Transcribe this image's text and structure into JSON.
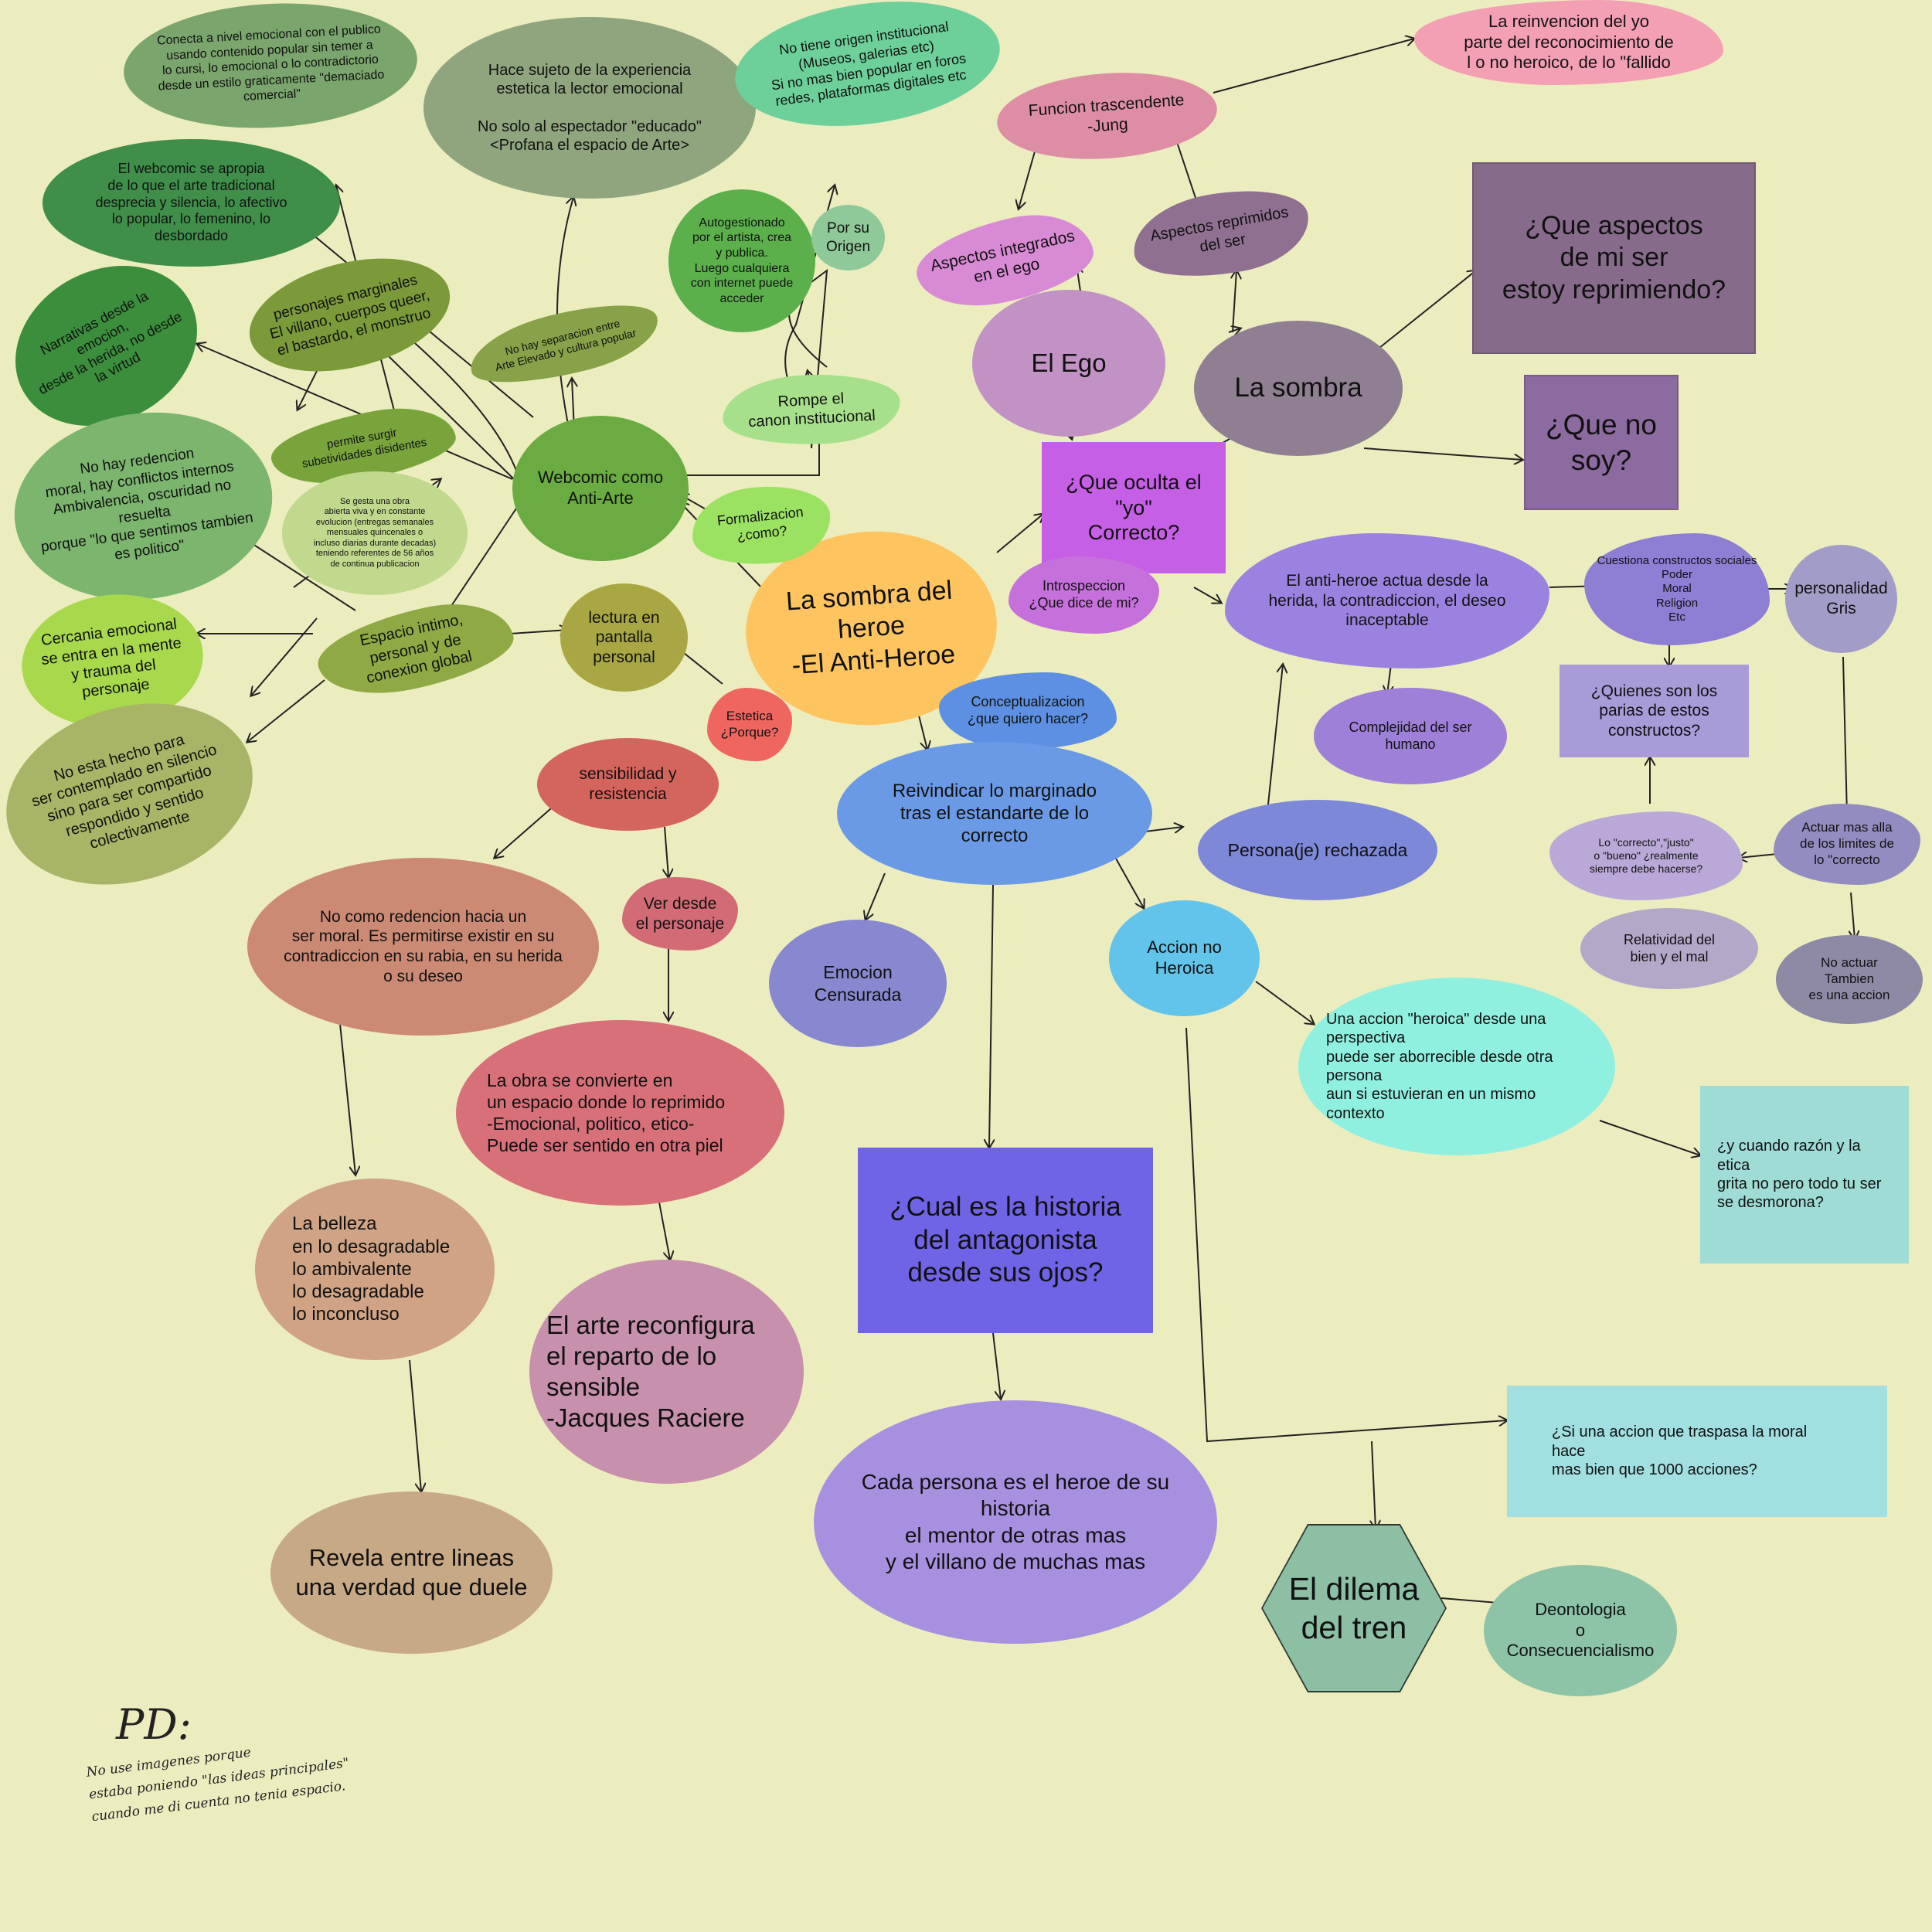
{
  "nodes": [
    {
      "id": "center",
      "text": "La sombra del heroe\n-El Anti-Heroe",
      "color": "#fdc45f"
    },
    {
      "id": "webcomic",
      "text": "Webcomic como\nAnti-Arte",
      "color": "#6aac42"
    },
    {
      "id": "conecta",
      "text": "Conecta a nivel emocional con el publico\nusando contenido popular sin temer a\nlo cursi, lo emocional o lo contradictorio\ndesde un estilo graticamente \"demaciado\ncomercial\"",
      "color": "#7aa56c"
    },
    {
      "id": "hace-sujeto",
      "text": "Hace sujeto de la experiencia\nestetica la lector emocional\n\nNo solo al espectador \"educado\"\n<Profana el espacio de Arte>",
      "color": "#8ea57e"
    },
    {
      "id": "no-origen",
      "text": "No tiene origen institucional\n(Museos, galerias etc)\nSi no mas bien popular en foros\nredes, plataformas digitales etc",
      "color": "#6dd09a"
    },
    {
      "id": "apropia",
      "text": "El webcomic se apropia\nde lo que el arte tradicional\ndesprecia y silencia, lo afectivo\nlo popular, lo femenino, lo\ndesbordado",
      "color": "#3f8f4a"
    },
    {
      "id": "narrativas",
      "text": "Narrativas desde la emocion,\ndesde la herida, no desde\nla virtud",
      "color": "#3b8e3c"
    },
    {
      "id": "marginales",
      "text": "personajes marginales\nEl villano, cuerpos queer,\nel bastardo, el monstruo",
      "color": "#7b9a3a"
    },
    {
      "id": "no-separacion",
      "text": "No hay separacion entre\nArte Elevado y cultura popular",
      "color": "#87a248"
    },
    {
      "id": "autogestion",
      "text": "Autogestionado\npor el artista, crea\ny publica.\nLuego cualquiera\ncon internet puede\nacceder",
      "color": "#5bb04c"
    },
    {
      "id": "por-su-origen",
      "text": "Por su\nOrigen",
      "color": "#8fc99a"
    },
    {
      "id": "rompe",
      "text": "Rompe el\ncanon institucional",
      "color": "#a7e08a"
    },
    {
      "id": "no-redencion",
      "text": "No hay redencion\nmoral, hay conflictos internos\nAmbivalencia, oscuridad no resuelta\nporque \"lo que sentimos tambien\nes politico\"",
      "color": "#7bb56e"
    },
    {
      "id": "surgir",
      "text": "permite surgir\nsubetividades disidentes",
      "color": "#79a43c"
    },
    {
      "id": "gesta",
      "text": "Se gesta una obra\nabierta viva y en constante\nevolucion (entregas semanales\nmensuales quincenales o\nincluso diarias  durante decadas)\nteniendo referentes de 56 años\nde continua publicacion",
      "color": "#c0d98c"
    },
    {
      "id": "formalizacion",
      "text": "Formalizacion\n¿como?",
      "color": "#9be262"
    },
    {
      "id": "espacio-intimo",
      "text": "Espacio intimo,\npersonal y de\nconexion global",
      "color": "#8faa44"
    },
    {
      "id": "lectura",
      "text": "lectura en\npantalla\npersonal",
      "color": "#a8a743"
    },
    {
      "id": "cercania",
      "text": "Cercania emocional\nse entra en la mente\ny trauma del\npersonaje",
      "color": "#a8d84c"
    },
    {
      "id": "no-contemplado",
      "text": "No esta hecho para\nser contemplado en silencio\nsino para ser compartido\nrespondido y sentido\ncolectivamente",
      "color": "#a8b466"
    },
    {
      "id": "estetica",
      "text": "Estetica\n¿Porque?",
      "color": "#ef6660"
    },
    {
      "id": "sensibilidad",
      "text": "sensibilidad y\nresistencia",
      "color": "#d4655c"
    },
    {
      "id": "no-redencion-moral",
      "text": "No como redencion hacia un\nser moral. Es permitirse existir en su\ncontradiccion en su rabia, en su herida\no su deseo",
      "color": "#cc8a74"
    },
    {
      "id": "ver-desde",
      "text": "Ver desde\nel personaje",
      "color": "#d26b76"
    },
    {
      "id": "obra-espacio",
      "text": "La obra se convierte en\nun espacio donde lo reprimido\n-Emocional, politico, etico-\nPuede ser sentido en otra piel",
      "color": "#d8707a"
    },
    {
      "id": "belleza",
      "text": "La belleza\nen lo desagradable\nlo ambivalente\nlo desagradable\nlo inconcluso",
      "color": "#cfa384"
    },
    {
      "id": "arte-reconfigura",
      "text": "El arte reconfigura\nel reparto de lo sensible\n-Jacques  Raciere",
      "color": "#c790ac"
    },
    {
      "id": "revela",
      "text": "Revela entre lineas\nuna verdad que duele",
      "color": "#c8a985"
    },
    {
      "id": "conceptualizacion",
      "text": "Conceptualizacion\n¿que quiero hacer?",
      "color": "#5d90e2"
    },
    {
      "id": "reivindicar",
      "text": "Reivindicar lo marginado\ntras el estandarte de lo\ncorrecto",
      "color": "#6a9ae6"
    },
    {
      "id": "emocion-censurada",
      "text": "Emocion\nCensurada",
      "color": "#8888d0"
    },
    {
      "id": "accion-no-heroica",
      "text": "Accion no\nHeroica",
      "color": "#62c4ea"
    },
    {
      "id": "cual-historia",
      "text": "¿Cual es la historia\ndel antagonista\ndesde sus ojos?",
      "color": "#7064e6"
    },
    {
      "id": "cada-persona",
      "text": "Cada persona es el heroe de su historia\nel mentor de otras mas\ny el villano de muchas mas",
      "color": "#a890e0"
    },
    {
      "id": "persona-rechazada",
      "text": "Persona(je) rechazada",
      "color": "#7e88d8"
    },
    {
      "id": "accion-heroica-perspectiva",
      "text": "Una accion \"heroica\" desde una perspectiva\npuede ser aborrecible desde otra  persona\naun si estuvieran en un mismo contexto",
      "color": "#90f0e0"
    },
    {
      "id": "cuando-razon",
      "text": "¿y cuando razón y la etica\ngrita no pero todo tu ser\nse desmorona?",
      "color": "#a0dcd6"
    },
    {
      "id": "si-accion",
      "text": "¿Si una accion que traspasa la moral hace\nmas bien que 1000 acciones?",
      "color": "#a2dfe0"
    },
    {
      "id": "dilema",
      "text": "El dilema\ndel tren",
      "color": "#8dbfa5"
    },
    {
      "id": "deontologia",
      "text": "Deontologia\no\nConsecuencialismo",
      "color": "#8dc4a8"
    },
    {
      "id": "que-oculta",
      "text": "¿Que oculta el\n\"yo\"\nCorrecto?",
      "color": "#c55fe6"
    },
    {
      "id": "introspeccion",
      "text": "Introspeccion\n¿Que dice de mi?",
      "color": "#c670dc"
    },
    {
      "id": "el-ego",
      "text": "El Ego",
      "color": "#c292c4"
    },
    {
      "id": "aspectos-integrados",
      "text": "Aspectos integrados\nen el ego",
      "color": "#d98ad5"
    },
    {
      "id": "funcion",
      "text": "Funcion trascendente\n-Jung",
      "color": "#de8ea4"
    },
    {
      "id": "reinvencion",
      "text": "La reinvencion del yo\nparte del reconocimiento de\nl o no heroico, de lo \"fallido",
      "color": "#f3a0b4"
    },
    {
      "id": "aspectos-reprimidos",
      "text": "Aspectos reprimidos\ndel ser",
      "color": "#8f7090"
    },
    {
      "id": "la-sombra",
      "text": "La sombra",
      "color": "#907f92"
    },
    {
      "id": "que-aspectos",
      "text": "¿Que aspectos\nde mi ser\nestoy reprimiendo?",
      "color": "#866c8a"
    },
    {
      "id": "que-no-soy",
      "text": "¿Que no\nsoy?",
      "color": "#8b6ba0"
    },
    {
      "id": "anti-heroe-actua",
      "text": "El anti-heroe actua desde la\nherida, la contradiccion, el deseo\ninaceptable",
      "color": "#9b82e0"
    },
    {
      "id": "complejidad",
      "text": "Complejidad del ser\nhumano",
      "color": "#9e80d8"
    },
    {
      "id": "cuestiona",
      "text": "Cuestiona constructos sociales\nPoder\nMoral\nReligion\nEtc",
      "color": "#8e7ed4"
    },
    {
      "id": "personalidad-gris",
      "text": "personalidad\nGris",
      "color": "#a29cc8"
    },
    {
      "id": "quienes-parias",
      "text": "¿Quienes son los\nparias de estos\nconstructos?",
      "color": "#a99ad8"
    },
    {
      "id": "actuar-mas-alla",
      "text": "Actuar mas alla\nde los limites de\nlo \"correcto",
      "color": "#938cc0"
    },
    {
      "id": "lo-correcto-justo",
      "text": "Lo \"correcto\",\"justo\"\no \"bueno\" ¿realmente\nsiempre debe hacerse?",
      "color": "#b9a8d8"
    },
    {
      "id": "relatividad",
      "text": "Relatividad del\nbien y el mal",
      "color": "#b4a8c8"
    },
    {
      "id": "no-actuar",
      "text": "No actuar\nTambien\nes una accion",
      "color": "#8e8aa6"
    }
  ],
  "postscript": {
    "title": "PD:",
    "text": "No use imagenes porque\nestaba poniendo \"las ideas principales\"\ncuando me di cuenta no tenia espacio."
  }
}
